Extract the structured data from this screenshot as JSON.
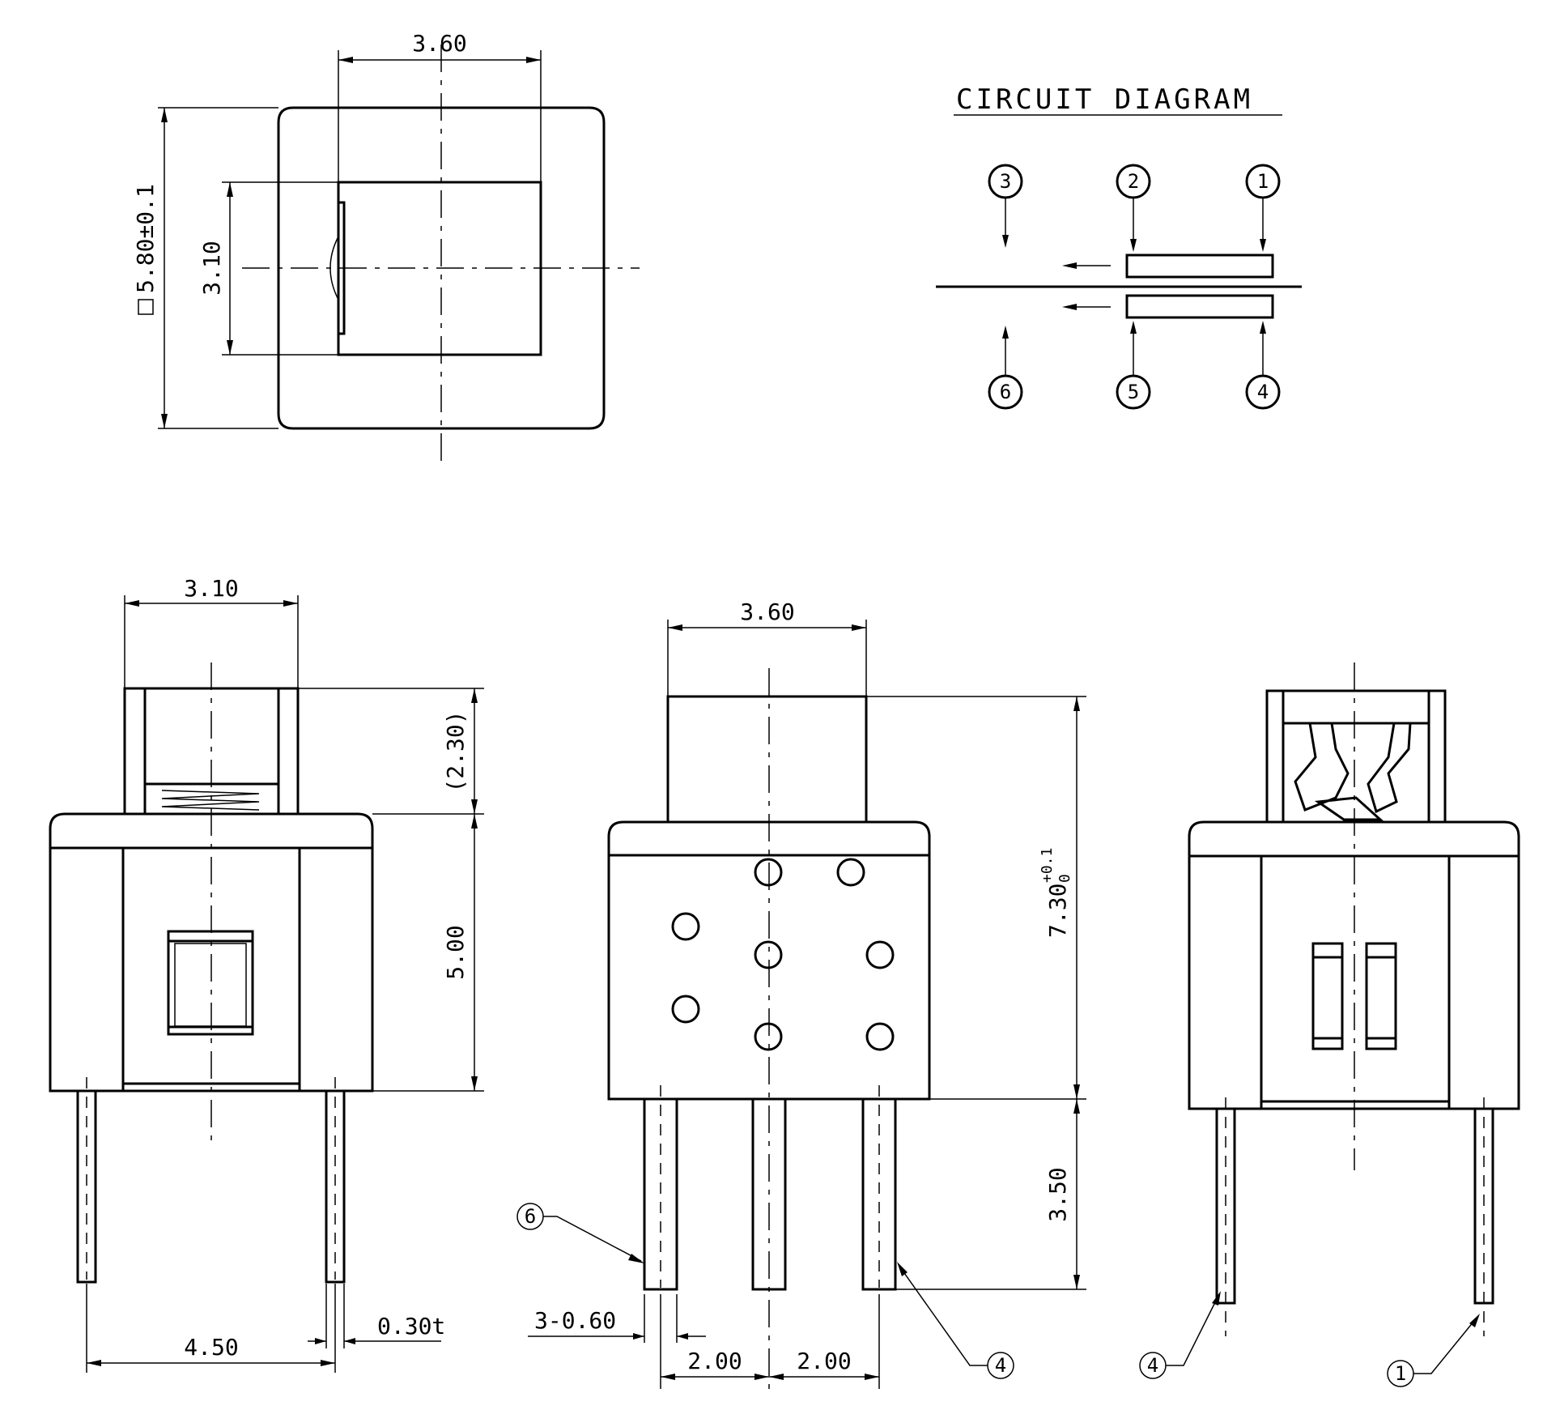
{
  "circuit_diagram": {
    "title": "CIRCUIT DIAGRAM",
    "terminals": [
      "1",
      "2",
      "3",
      "4",
      "5",
      "6"
    ]
  },
  "top_view": {
    "dim_width": "3.60",
    "dim_height": "3.10",
    "dim_body": "5.80±0.1"
  },
  "side_view": {
    "dim_width": "3.10",
    "dim_cap": "(2.30)",
    "dim_body": "5.00",
    "dim_pitch": "4.50",
    "dim_pin": "0.30t"
  },
  "front_view": {
    "dim_width": "3.60",
    "dim_total": "7.30",
    "dim_total_tol_upper": "+0.1",
    "dim_total_tol_lower": "0",
    "dim_pin_len": "3.50",
    "dim_pins": "3-0.60",
    "dim_pitch_1": "2.00",
    "dim_pitch_2": "2.00",
    "label_pin_left": "6",
    "label_pin_right": "4"
  },
  "rear_view": {
    "label_pin_left": "4",
    "label_pin_right": "1"
  }
}
